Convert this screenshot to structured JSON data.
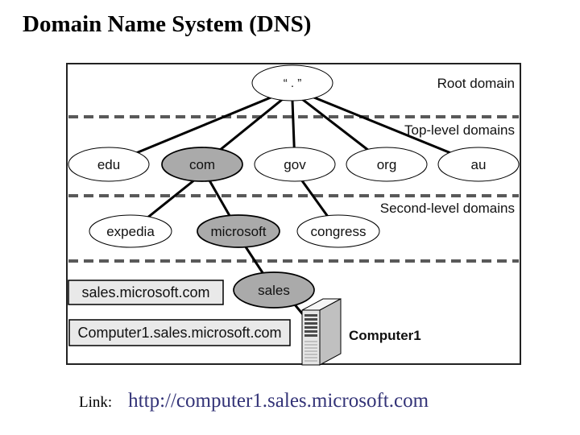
{
  "title": "Domain Name System (DNS)",
  "diagram": {
    "labels": {
      "root_domain": "Root domain",
      "top_level": "Top-level domains",
      "second_level": "Second-level domains"
    },
    "nodes": {
      "root": "“ . ”",
      "tld": [
        {
          "label": "edu"
        },
        {
          "label": "com"
        },
        {
          "label": "gov"
        },
        {
          "label": "org"
        },
        {
          "label": "au"
        }
      ],
      "second": [
        {
          "label": "expedia"
        },
        {
          "label": "microsoft"
        },
        {
          "label": "congress"
        }
      ],
      "third": "sales"
    },
    "boxes": [
      {
        "label": "sales.microsoft.com"
      },
      {
        "label": "Computer1.sales.microsoft.com"
      }
    ],
    "computer_label": "Computer1",
    "colors": {
      "node_gray": "#aaaaaa",
      "node_white": "#ffffff",
      "box_fill": "#e9e9e9",
      "dashed_line": "#595959",
      "title_text": "#000000",
      "link_text": "#333377"
    }
  },
  "footer": {
    "link_label": "Link:",
    "link_url": "http://computer1.sales.microsoft.com"
  }
}
